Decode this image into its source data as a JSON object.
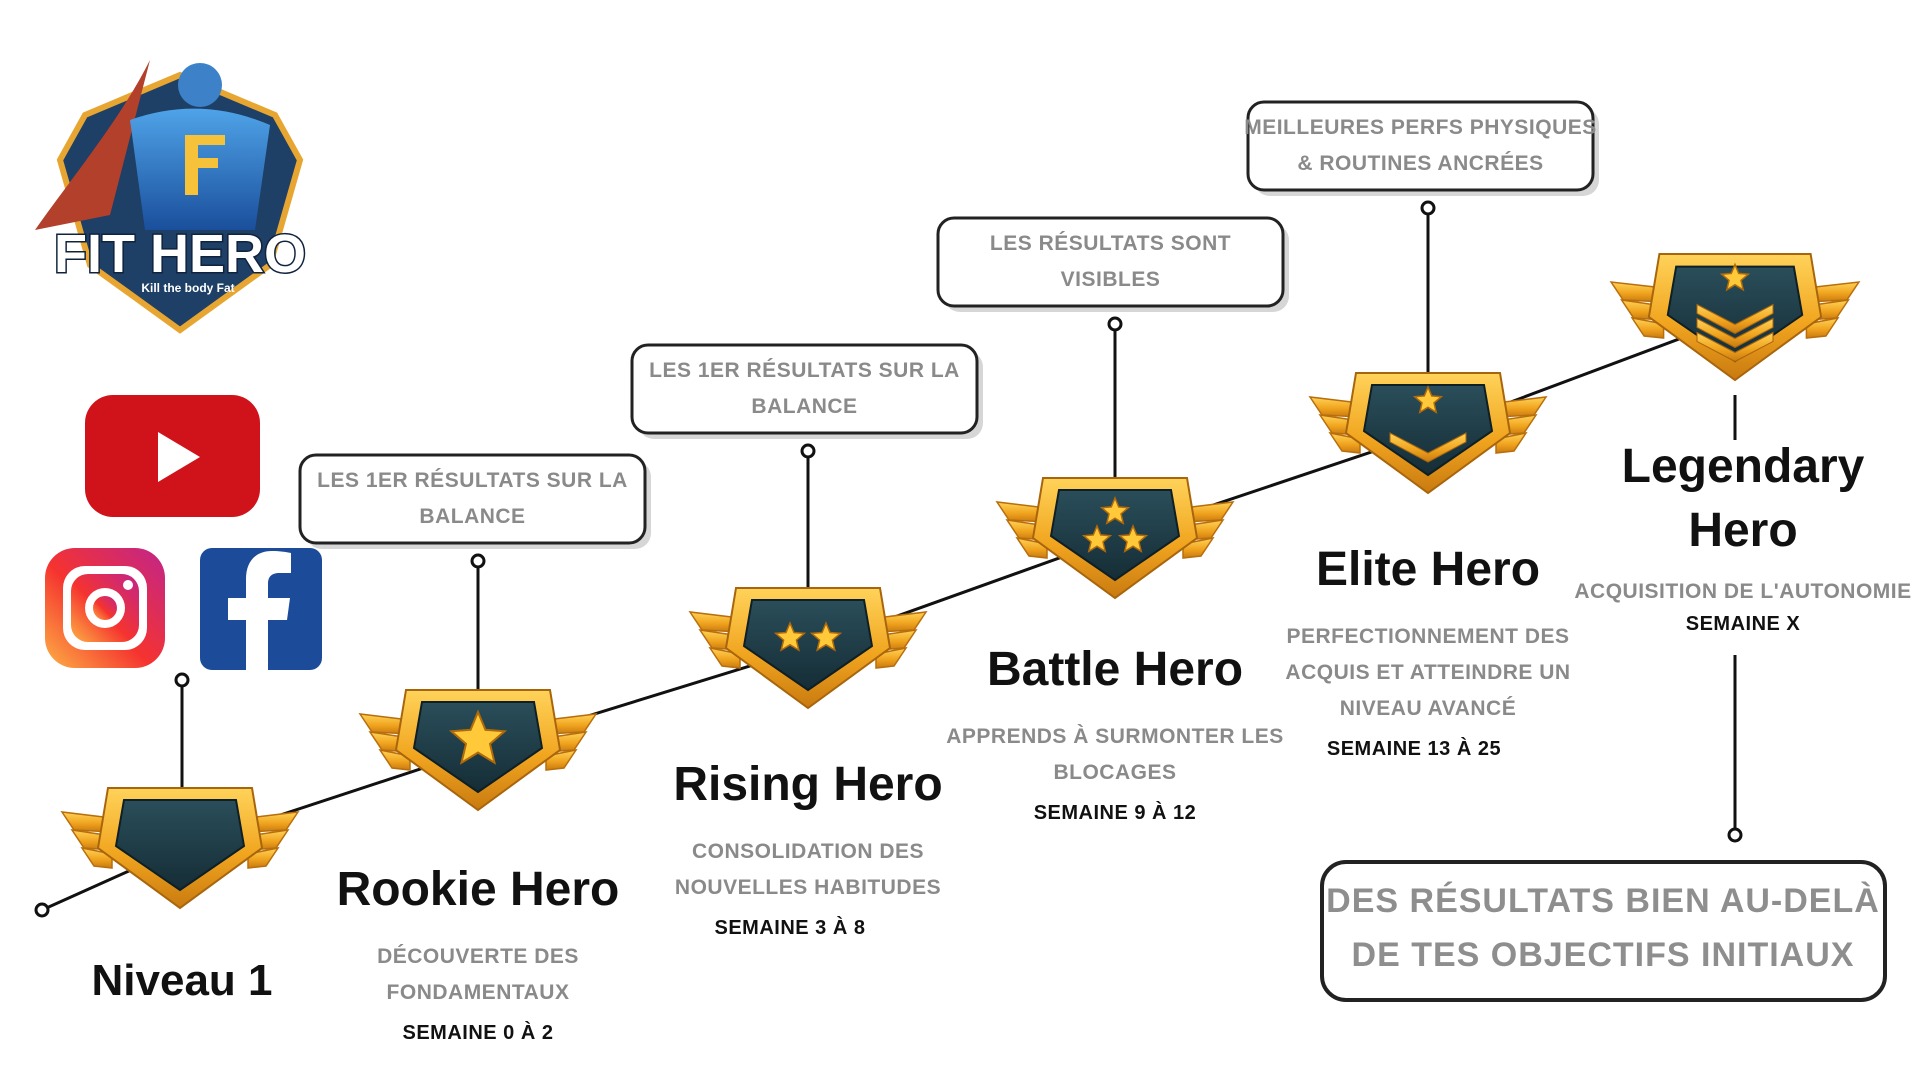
{
  "logo": {
    "name": "FIT HERO",
    "tagline": "Kill the body Fat"
  },
  "social": [
    {
      "icon": "youtube-icon",
      "color": "#d0131a"
    },
    {
      "icon": "instagram-icon",
      "color": "#e1306c"
    },
    {
      "icon": "facebook-icon",
      "color": "#1c4b9a"
    }
  ],
  "colors": {
    "gold": "#f1a51f",
    "gold_light": "#ffd35a",
    "badge_center": "#1c3a45",
    "line": "#111111"
  },
  "levels": [
    {
      "title": "Niveau 1",
      "desc": [],
      "week": "",
      "stars": 0,
      "callout": []
    },
    {
      "title": "Rookie Hero",
      "desc": [
        "DÉCOUVERTE DES",
        "FONDAMENTAUX"
      ],
      "week": "SEMAINE 0 À 2",
      "stars": 1,
      "callout": [
        "LES 1ER RÉSULTATS SUR LA",
        "BALANCE"
      ]
    },
    {
      "title": "Rising Hero",
      "desc": [
        "CONSOLIDATION DES",
        "NOUVELLES HABITUDES"
      ],
      "week": "SEMAINE 3 À 8",
      "stars": 2,
      "callout": [
        "LES 1ER RÉSULTATS SUR LA",
        "BALANCE"
      ]
    },
    {
      "title": "Battle Hero",
      "desc": [
        "APPRENDS À SURMONTER LES",
        "BLOCAGES"
      ],
      "week": "SEMAINE 9 À 12",
      "stars": 3,
      "callout": [
        "LES RÉSULTATS SONT",
        "VISIBLES"
      ]
    },
    {
      "title": "Elite Hero",
      "desc": [
        "PERFECTIONNEMENT DES",
        "ACQUIS ET ATTEINDRE UN",
        "NIVEAU AVANCÉ"
      ],
      "week": "SEMAINE 13 À 25",
      "stars": 1,
      "chevrons": 1,
      "callout": [
        "MEILLEURES PERFS PHYSIQUES",
        "& ROUTINES ANCRÉES"
      ]
    },
    {
      "title": "Legendary Hero",
      "title_lines": [
        "Legendary",
        "Hero"
      ],
      "desc": [
        "ACQUISITION DE L'AUTONOMIE"
      ],
      "week": "SEMAINE X",
      "stars": 1,
      "chevrons": 3,
      "callout": []
    }
  ],
  "final_box": [
    "DES RÉSULTATS BIEN AU-DELÀ",
    "DE TES OBJECTIFS INITIAUX"
  ]
}
